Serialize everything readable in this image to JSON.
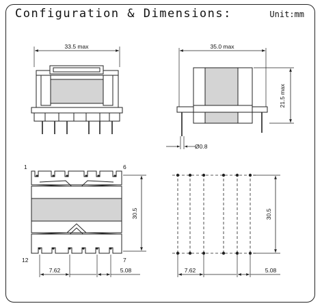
{
  "header": {
    "title": "Configuration & Dimensions:",
    "unit": "Unit:mm"
  },
  "front_view": {
    "width_label": "33.5 max"
  },
  "side_view": {
    "width_label": "35.0 max",
    "height_label": "21.5 max",
    "pin_diameter_label": "Ø0.8"
  },
  "bottom_view": {
    "pin_label_top_left": "1",
    "pin_label_top_right": "6",
    "pin_label_bottom_left": "12",
    "pin_label_bottom_right": "7",
    "row_spacing_label": "30.5",
    "pitch_label_left": "7.62",
    "pitch_label_right": "5.08"
  },
  "pcb_layout": {
    "row_spacing_label": "30.5",
    "pitch_label_left": "7.62",
    "pitch_label_right": "5.08"
  },
  "colors": {
    "core": "#d4d4d4",
    "line": "#222222"
  }
}
